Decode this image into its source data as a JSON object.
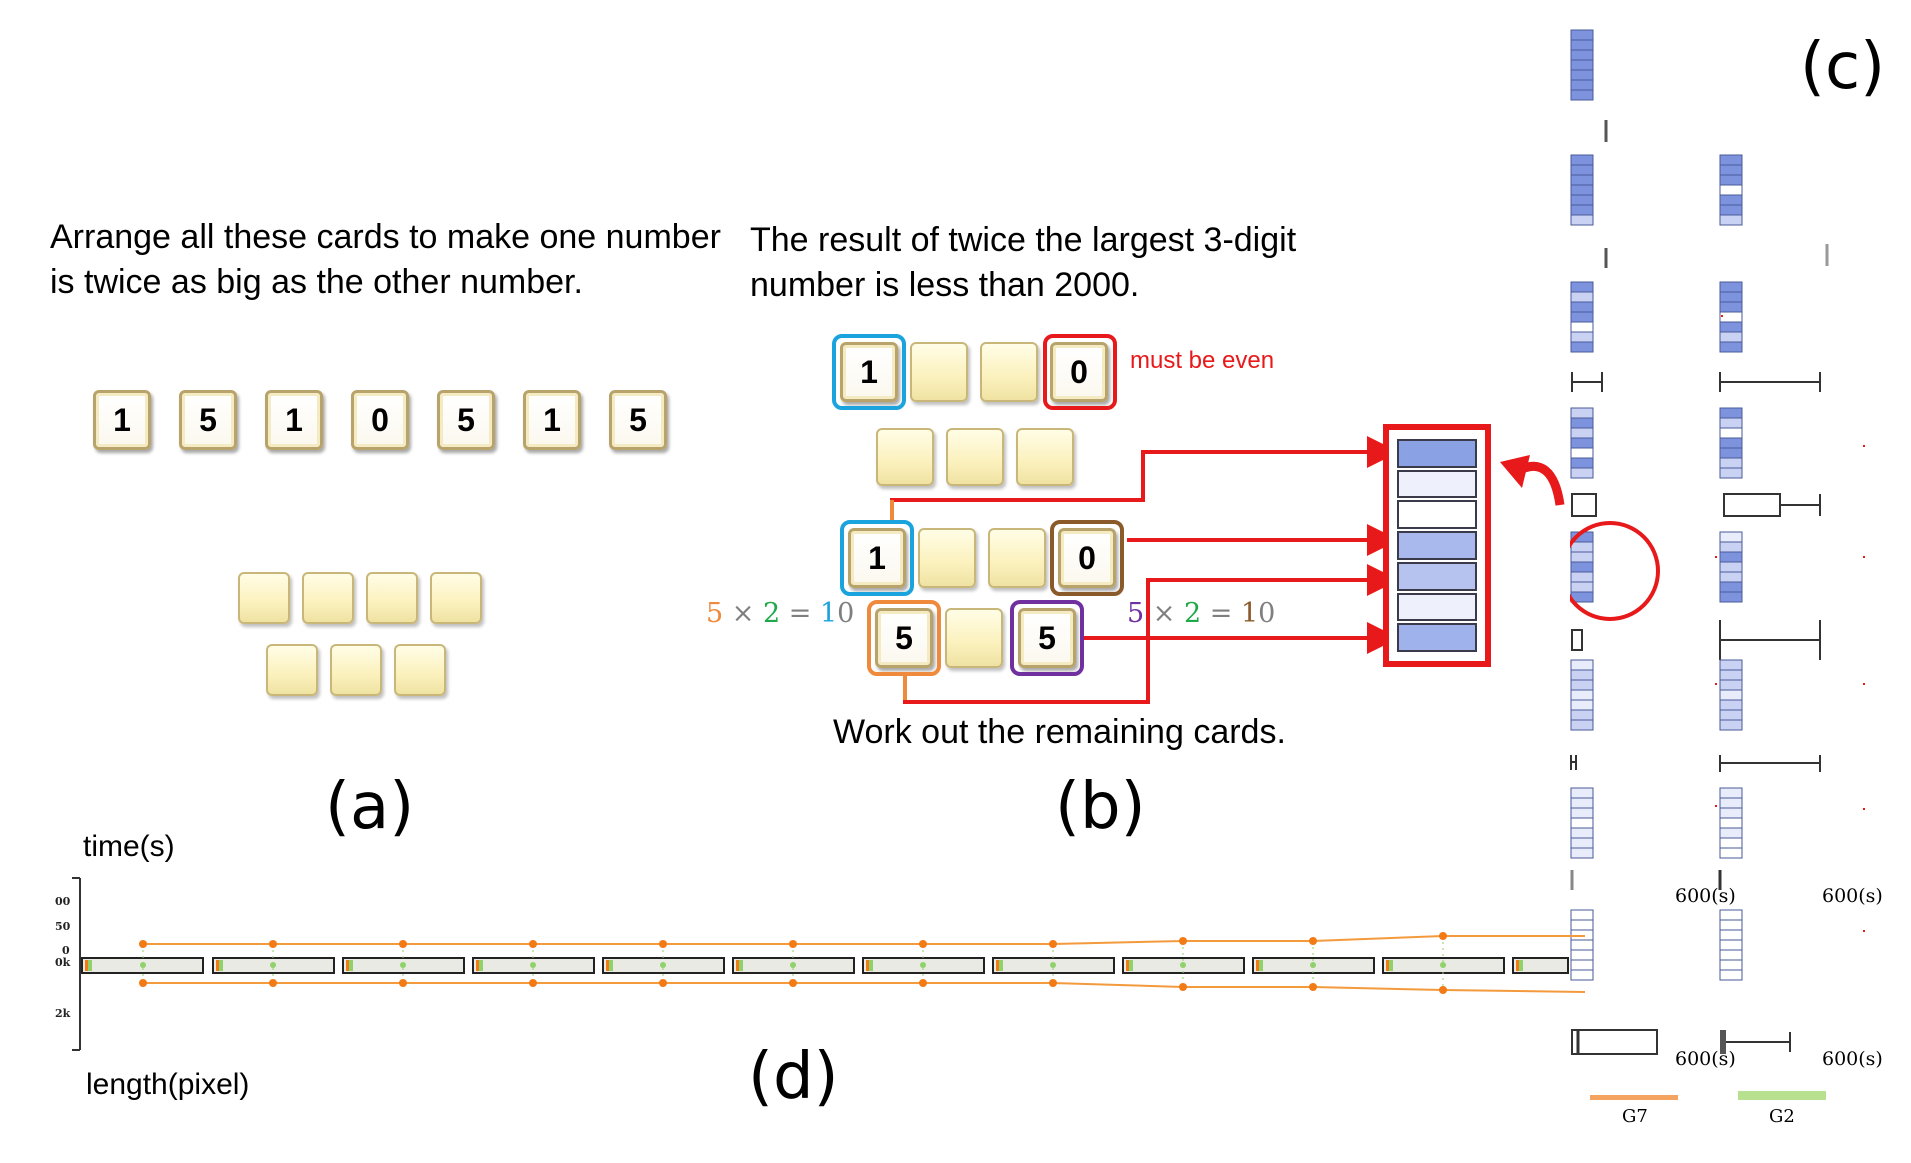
{
  "panel_a": {
    "instruction_line1": "Arrange all these cards to make one number",
    "instruction_line2": "is twice as big as the other number.",
    "cards": [
      "1",
      "5",
      "1",
      "0",
      "5",
      "1",
      "5"
    ],
    "label": "(a)"
  },
  "panel_b": {
    "hint_line1": "The result of twice the largest 3-digit",
    "hint_line2": "number is less than 2000.",
    "row1": [
      "1",
      "",
      "",
      "0"
    ],
    "row3": [
      "1",
      "",
      "",
      "0"
    ],
    "row4": [
      "5",
      "",
      "5"
    ],
    "must_be_even": "must be even",
    "eq_left": [
      "5",
      " × ",
      "2",
      " = ",
      "1",
      "0"
    ],
    "eq_right": [
      "5",
      " × ",
      "2",
      " = ",
      "1",
      "0"
    ],
    "footer": "Work out the remaining cards.",
    "label": "(b)",
    "colors": {
      "red": "#e8191a",
      "blue": "#1aa3dd",
      "brown": "#8a5a2b",
      "orange": "#ef8a3c",
      "purple": "#7030a0",
      "green": "#21a84a"
    }
  },
  "panel_c": {
    "label": "(c)",
    "time_labels": [
      "600(s)",
      "600(s)",
      "600(s)",
      "600(s)"
    ],
    "legend": [
      {
        "name": "G7",
        "color": "#f4a460"
      },
      {
        "name": "G2",
        "color": "#b7e08f"
      }
    ]
  },
  "panel_d": {
    "y_title": "time(s)",
    "x_title": "length(pixel)",
    "ticks": [
      "00",
      "50",
      "0",
      "0k",
      "2k"
    ],
    "label": "(d)",
    "colors": {
      "line": "#f39a3d",
      "dot": "#f27b16",
      "green": "#8fd16a"
    }
  }
}
